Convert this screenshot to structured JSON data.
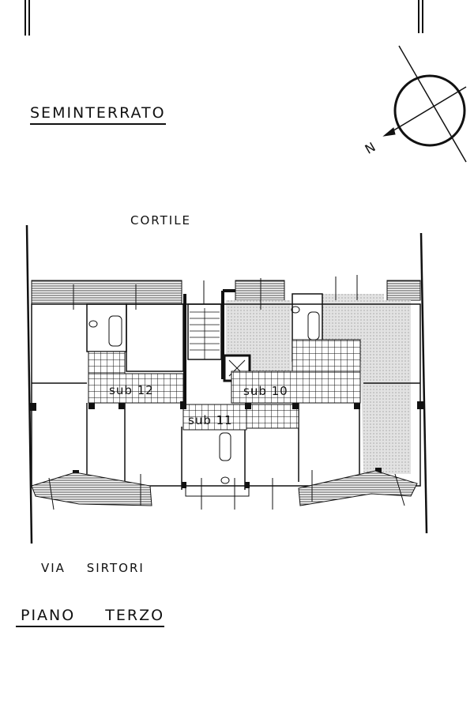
{
  "titles": {
    "top": "SEMINTERRATO",
    "bottom": "PIANO TERZO"
  },
  "compass": {
    "north_label": "N"
  },
  "labels": {
    "courtyard": "CORTILE",
    "street": "VIA SIRTORI"
  },
  "units": [
    {
      "label": "sub 12"
    },
    {
      "label": "sub 10"
    },
    {
      "label": "sub 11"
    }
  ],
  "colors": {
    "ink": "#111111",
    "hatch": "#d8d8d8"
  }
}
